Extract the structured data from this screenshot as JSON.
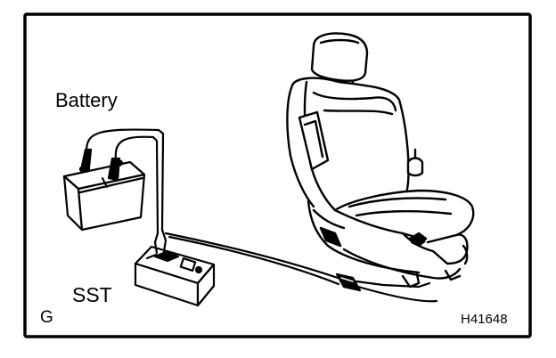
{
  "labels": {
    "battery": "Battery",
    "sst": "SST",
    "corner_letter": "G",
    "figure_code": "H41648"
  },
  "components": [
    {
      "name": "battery-icon"
    },
    {
      "name": "sst-tester-icon"
    },
    {
      "name": "car-seat-icon"
    },
    {
      "name": "wire-harness"
    },
    {
      "name": "wire-connector-icon"
    }
  ],
  "colors": {
    "line": "#000000",
    "background": "#ffffff"
  }
}
